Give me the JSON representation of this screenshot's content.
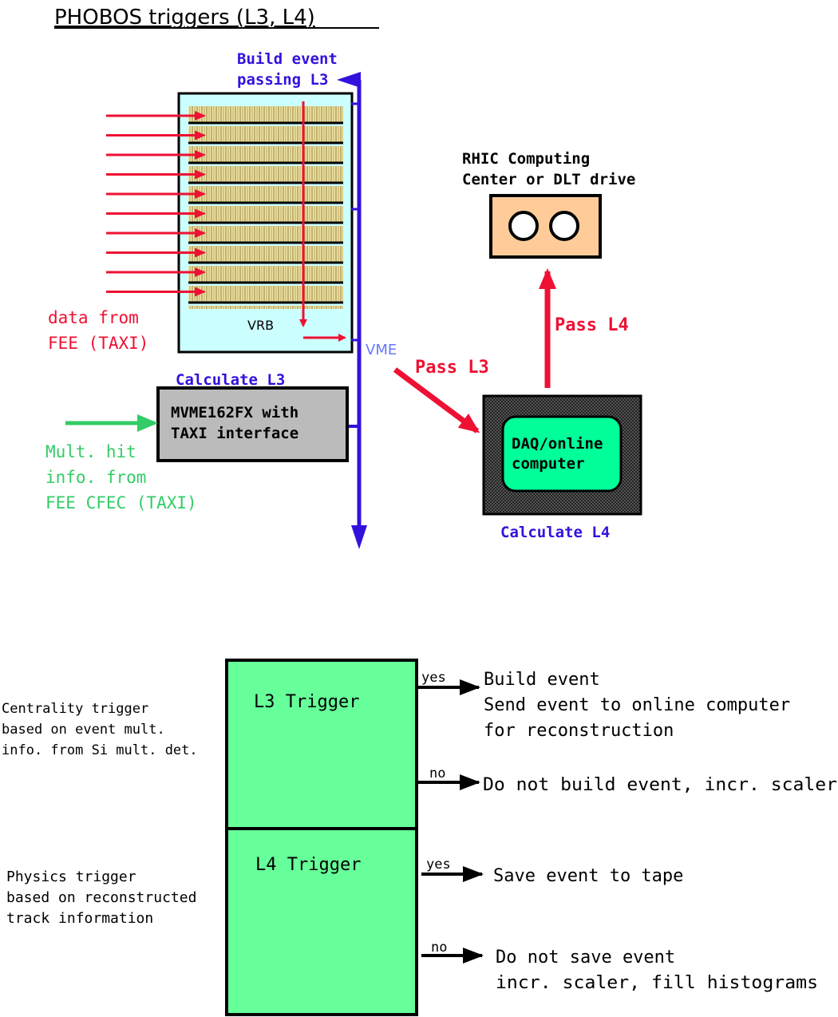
{
  "title": "PHOBOS  triggers  (L3,  L4)",
  "top_diagram": {
    "build_event_label": [
      "Build  event",
      "passing  L3"
    ],
    "vrb_label": "VRB",
    "vme_label": "VME",
    "data_from_fee_label": [
      "data  from",
      "FEE  (TAXI)"
    ],
    "calculate_l3_label": "Calculate  L3",
    "mvme_box_text": [
      "MVME162FX  with",
      "TAXI  interface"
    ],
    "mult_hit_label": [
      "Mult.  hit",
      "info.  from",
      "FEE  CFEC  (TAXI)"
    ],
    "pass_l3_label": "Pass  L3",
    "daq_box_text": [
      "DAQ/online",
      "computer"
    ],
    "calculate_l4_label": "Calculate  L4",
    "pass_l4_label": "Pass  L4",
    "rhic_label": [
      "RHIC  Computing",
      "Center  or  DLT  drive"
    ],
    "input_arrow_count": 10
  },
  "bottom_diagram": {
    "l3_box_label": "L3  Trigger",
    "l4_box_label": "L4  Trigger",
    "l3_description": [
      "Centrality  trigger",
      "based  on  event  mult.",
      "info.  from  Si  mult.  det."
    ],
    "l4_description": [
      "Physics  trigger",
      "based  on  reconstructed",
      "track  information"
    ],
    "l3_yes_label": "yes",
    "l3_yes_outcome": [
      "Build  event",
      "Send  event  to  online  computer",
      "for  reconstruction"
    ],
    "l3_no_label": "no",
    "l3_no_outcome": [
      "Do  not  build  event,  incr.  scaler"
    ],
    "l4_yes_label": "yes",
    "l4_yes_outcome": [
      "Save  event  to  tape"
    ],
    "l4_no_label": "no",
    "l4_no_outcome": [
      "Do  not  save  event",
      "incr.  scaler,  fill  histograms"
    ]
  },
  "colors": {
    "red": "#ee1133",
    "blue": "#3311dd",
    "green_text": "#33cc66",
    "green_box": "#66ff99",
    "daq_green": "#00ff99",
    "vrb_bg": "#ccffff",
    "board_fill": "#f2e6a6",
    "mvme_grey": "#bbbbbb",
    "rhic_fill": "#ffcc99",
    "vme_label": "#6677ff"
  }
}
